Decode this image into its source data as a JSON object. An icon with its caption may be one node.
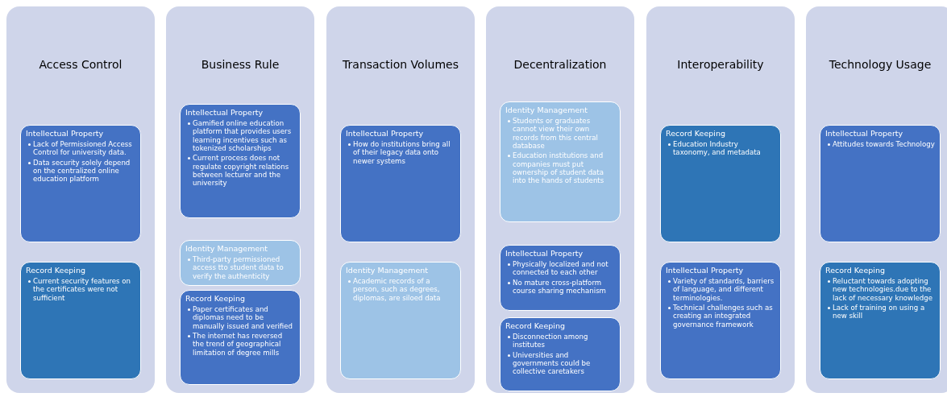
{
  "diagram": {
    "nodes": [
      {
        "text": [
          "Access Control"
        ]
      },
      {
        "text": [
          "Intellectual Property",
          "Lack of Permissioned Access Control for university data.",
          "Data security solely depend on the centralized online education platform"
        ],
        "in": 0
      },
      {
        "text": [
          "Record Keeping",
          "Current security features on the certificates were not sufficient"
        ],
        "in": 0
      },
      {
        "text": [
          "Business Rule"
        ]
      },
      {
        "text": [
          "Intellectual Property",
          "Gamified online education platform that provides users learning incentives such as tokenized scholarships",
          "Current process does not regulate copyright relations between lecturer and the university"
        ],
        "in": 3
      },
      {
        "text": [
          "Identity Management",
          "Third-party permissioned access tto student data to verify the authenticity"
        ],
        "in": 3
      },
      {
        "text": [
          "Record Keeping",
          "Paper certificates and diplomas need to be manually issued and verified",
          "The internet has reversed the trend of geographical limitation of degree mills"
        ],
        "in": 3
      },
      {
        "text": [
          "Transaction Volumes"
        ]
      },
      {
        "text": [
          "Intellectual Property",
          "How do institutions bring all of their legacy data onto newer systems"
        ],
        "in": 7
      },
      {
        "text": [
          "Identity Management",
          "Academic records of a person, such as degrees, diplomas, are siloed data"
        ],
        "in": 7
      },
      {
        "text": [
          "Decentralization"
        ]
      },
      {
        "text": [
          "Identity Management",
          "Students or graduates cannot view their own records from this central database",
          "Education institutions and companies must put ownership of student data into the hands of students"
        ],
        "in": 10
      },
      {
        "text": [
          "Intellectual Property",
          "Physically localized and not connected to each other",
          "No mature cross-platform course sharing mechanism"
        ],
        "in": 10
      },
      {
        "text": [
          "Record Keeping",
          "Disconnection among institutes",
          "Universities and governments could be collective caretakers"
        ],
        "in": 10
      },
      {
        "text": [
          "Interoperability"
        ]
      },
      {
        "text": [
          "Record Keeping",
          "Education Industry taxonomy, and metadata"
        ],
        "in": 14
      },
      {
        "text": [
          "Intellectual Property",
          "Variety of standards, barriers of language, and different terminologies.",
          "Technical challenges such as creating an integrated governance framework"
        ],
        "in": 14
      },
      {
        "text": [
          "Technology Usage"
        ]
      },
      {
        "text": [
          "Intellectual Property",
          "Attitudes towards Technology"
        ],
        "in": 17
      },
      {
        "text": [
          "Record Keeping",
          "Reluctant towards adopting new technologies.due to the lack of necessary knowledge",
          "Lack of training on using a new skill"
        ],
        "in": 17
      }
    ]
  }
}
